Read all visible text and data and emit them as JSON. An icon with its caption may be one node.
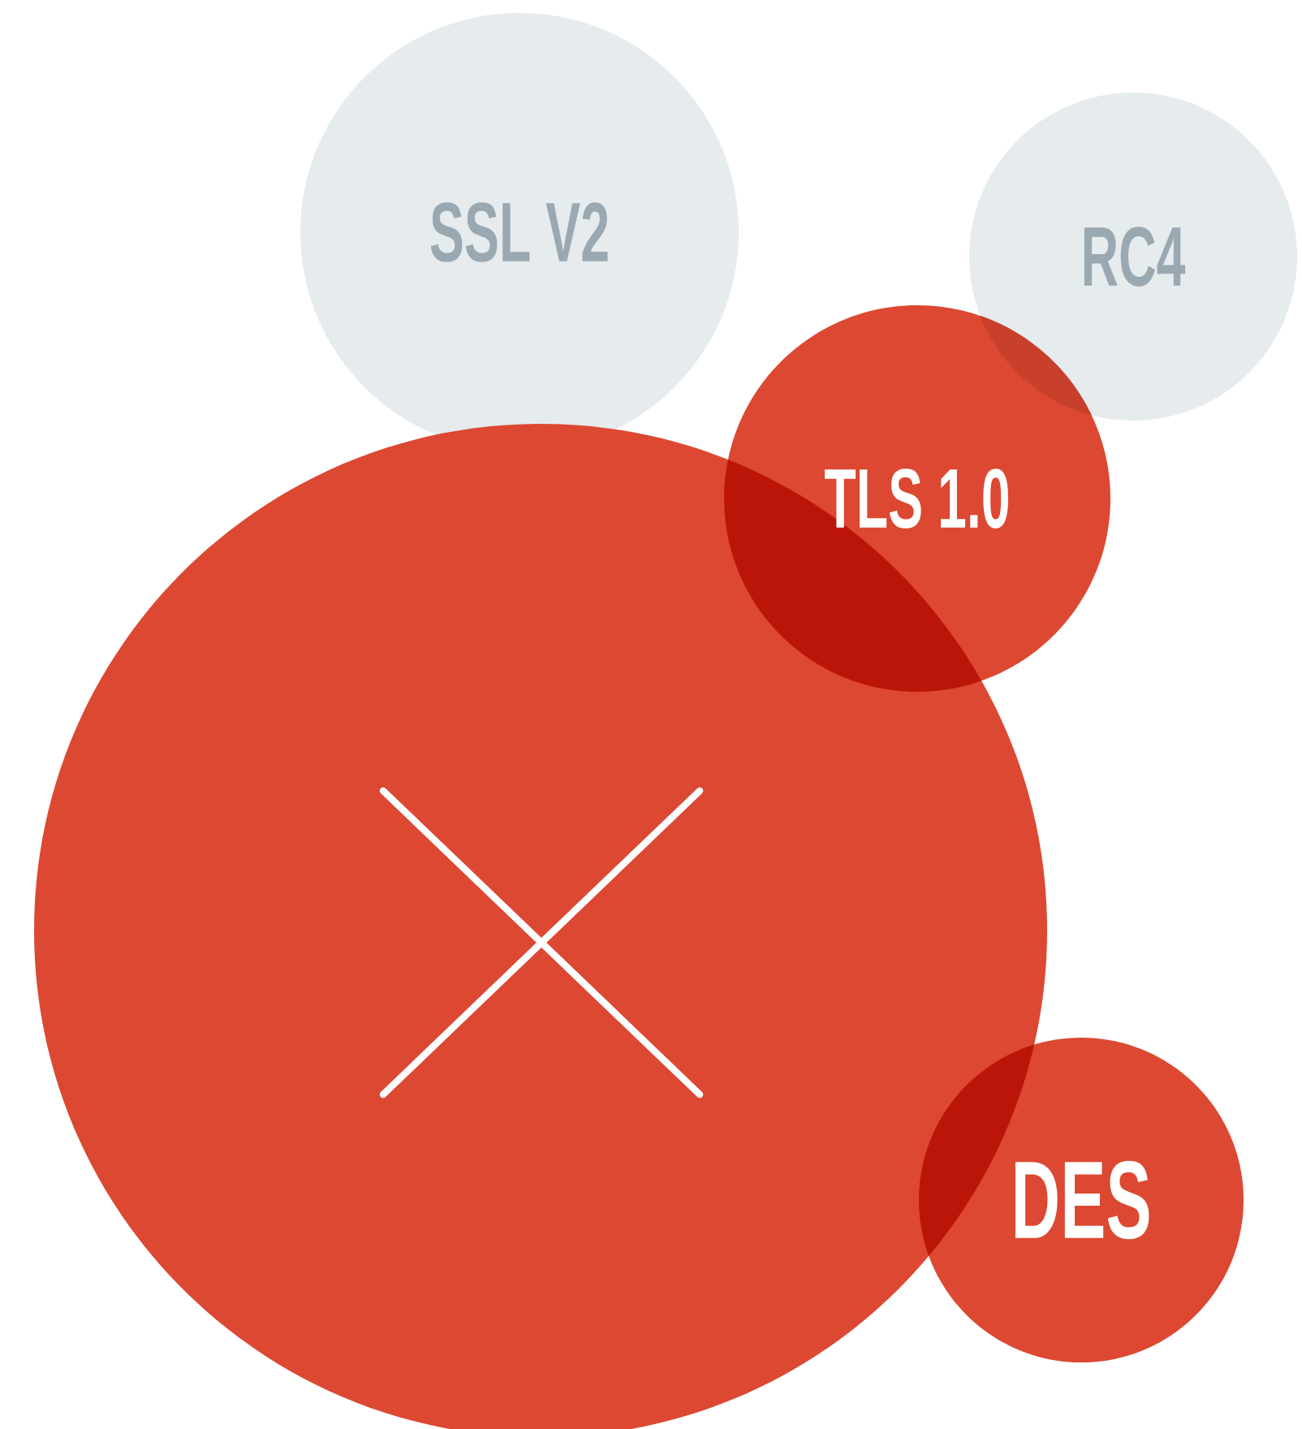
{
  "diagram": {
    "nodes": [
      {
        "text": [
          "SSL V2"
        ]
      },
      {
        "text": [
          "RC4"
        ]
      },
      {
        "text": [],
        "shape": "circle"
      },
      {
        "text": [
          "TLS 1.0"
        ]
      },
      {
        "text": [
          "DES"
        ]
      }
    ]
  }
}
